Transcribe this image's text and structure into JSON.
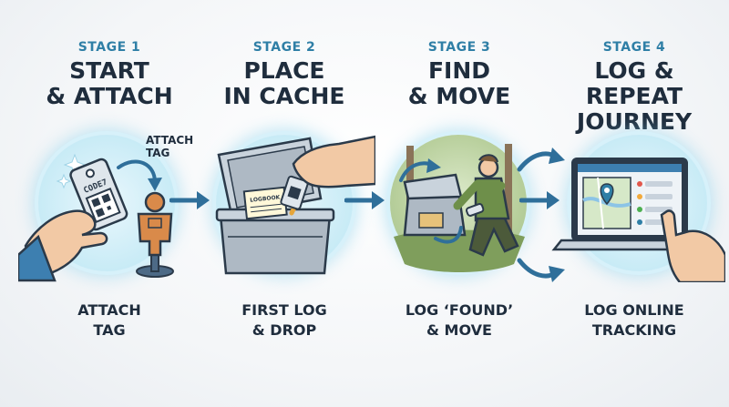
{
  "stages": [
    {
      "label": "STAGE 1",
      "title": "START\n& ATTACH",
      "caption": "ATTACH\nTAG",
      "art_label": "ATTACH\nTAG",
      "tag_text": "CODE7"
    },
    {
      "label": "STAGE 2",
      "title": "PLACE\nIN CACHE",
      "caption": "FIRST LOG\n& DROP",
      "logbook_text": "LOGBOOK"
    },
    {
      "label": "STAGE 3",
      "title": "FIND\n& MOVE",
      "caption": "LOG ‘FOUND’\n& MOVE"
    },
    {
      "label": "STAGE 4",
      "title": "LOG &\nREPEAT\nJOURNEY",
      "caption": "LOG ONLINE\nTRACKING"
    }
  ],
  "colors": {
    "stage_label": "#2f7fa6",
    "title": "#1f2d3d",
    "arrow": "#2f6f9a",
    "circle_glow": "#a9def0"
  },
  "icons": [
    "hand-tag-icon",
    "figure-icon",
    "cache-box-icon",
    "hiker-icon",
    "laptop-map-icon",
    "flow-arrow-icon"
  ]
}
